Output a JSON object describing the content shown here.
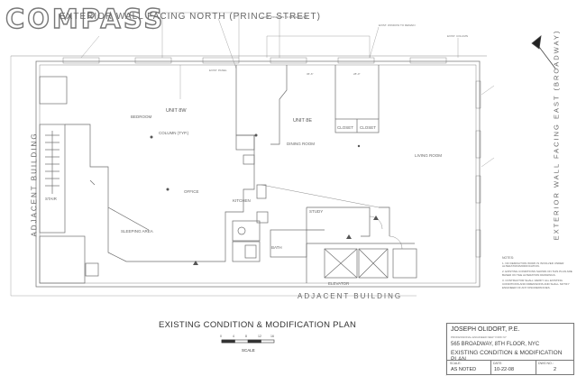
{
  "brand": {
    "logo_text": "COMPASS"
  },
  "plan": {
    "street_label": "EXTERIOR WALL FACING NORTH (PRINCE STREET)",
    "east_label": "EXTERIOR WALL FACING EAST (BROADWAY)",
    "west_label": "ADJACENT BUILDING",
    "south_label": "ADJACENT BUILDING",
    "units": [
      {
        "label": "UNIT 8W"
      },
      {
        "label": "UNIT 8E"
      }
    ],
    "rooms": {
      "bedroom": "BEDROOM",
      "column": "COLUMN (TYP.)",
      "closet_left": "CLOSET",
      "closet_right": "CLOSET",
      "dining_room": "DINING ROOM",
      "living_room": "LIVING ROOM",
      "kitchen": "KITCHEN",
      "bath": "BATH",
      "office": "OFFICE",
      "study": "STUDY",
      "sleeping_area": "SLEEPING AREA",
      "elevator": "ELEVATOR",
      "stair": "STAIR"
    },
    "callouts": {
      "c1": "EXIST. WINDOWS TO BE REMOVED",
      "c2": "EXIST. WINDOW TO REMAIN",
      "c3": "EXIST. PANEL",
      "c4": "EXIST. COLUMN"
    },
    "dims": {
      "d1": "36'-6\"",
      "d2": "28'-0\""
    },
    "title": "EXISTING CONDITION & MODIFICATION PLAN",
    "scale_label": "SCALE",
    "scale_ticks": [
      "0",
      "4",
      "8",
      "12",
      "16"
    ]
  },
  "notes": {
    "heading": "NOTES:",
    "items": [
      "1. NO DEMOLITION WORK IS INVOLVED UNDER ALTERATION/MODIFICATION.",
      "2. EXISTING CONDITIONS SHOWN ON THIS PLAN ARE BASED ON THE ALTERATION DRAWINGS.",
      "3. CONTRACTOR SHALL VERIFY ALL EXISTING CONDITIONS AND DIMENSIONS AND SHALL NOTIFY ENGINEER OF ANY DISCREPANCIES."
    ]
  },
  "title_block": {
    "engineer": "JOSEPH OLIDORT, P.E.",
    "engineer_addr": "PROFESSIONAL ENGINEER  NEW YORK NY",
    "project": "565 BROADWAY, 8TH FLOOR, NYC",
    "drawing_title": "EXISTING CONDITION & MODIFICATION PLAN",
    "scale_label": "SCALE:",
    "scale_value": "AS NOTED",
    "date_label": "DATE:",
    "date_value": "10-22-08",
    "dwg_label": "DWG NO.:",
    "dwg_value": "2"
  }
}
